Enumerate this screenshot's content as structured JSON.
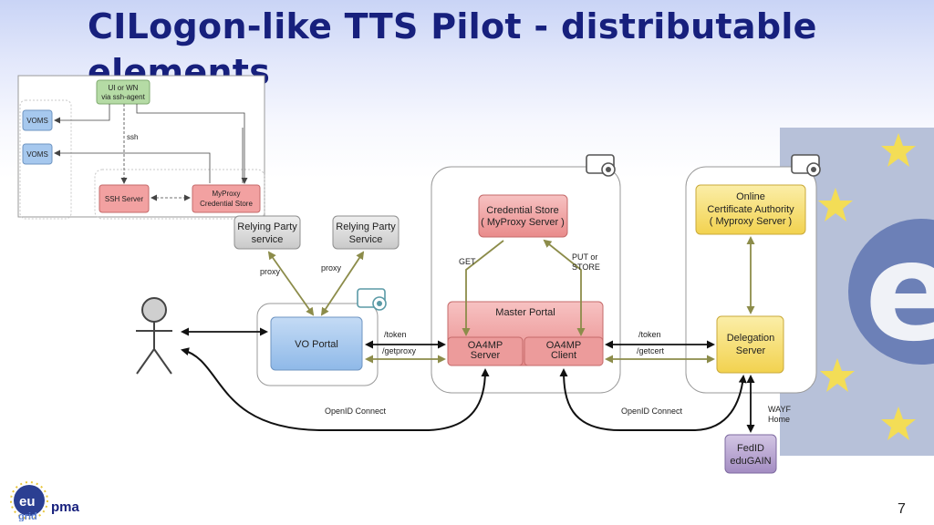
{
  "title": "CILogon-like TTS Pilot - distributable elements",
  "page_number": "7",
  "logo": {
    "text": "pma"
  },
  "inset": {
    "ui_wn": [
      "UI or WN",
      "via ssh-agent"
    ],
    "voms1": "VOMS",
    "voms2": "VOMS",
    "ssh_label": "ssh",
    "ssh_server": "SSH Server",
    "myproxy": [
      "MyProxy",
      "Credential Store"
    ]
  },
  "nodes": {
    "rp1": [
      "Relying Party",
      "service"
    ],
    "rp2": [
      "Relying Party",
      "Service"
    ],
    "vo_portal": "VO Portal",
    "credential_store": [
      "Credential Store",
      "( MyProxy Server )"
    ],
    "master_portal": "Master Portal",
    "oa4mp_server": [
      "OA4MP",
      "Server"
    ],
    "oa4mp_client": [
      "OA4MP",
      "Client"
    ],
    "online_ca": [
      "Online",
      "Certificate Authority",
      "( Myproxy Server )"
    ],
    "delegation": [
      "Delegation",
      "Server"
    ],
    "fedid": [
      "FedID",
      "eduGAIN"
    ]
  },
  "edge_labels": {
    "proxy1": "proxy",
    "proxy2": "proxy",
    "get": "GET",
    "put_store": [
      "PUT or",
      "STORE"
    ],
    "token1": "/token",
    "getproxy": "/getproxy",
    "token2": "/token",
    "getcert": "/getcert",
    "openid1": "OpenID Connect",
    "openid2": "OpenID Connect",
    "wayf": [
      "WAYF",
      "Home"
    ]
  },
  "colors": {
    "title": "#17207d",
    "green_box": "#b5dba5",
    "blue_box": "#a6c8ee",
    "red_box": "#f2a1a1",
    "yellow_box": "#f7e17a",
    "purple_box": "#b7a4cf",
    "grey_box": "#d9d9d9",
    "arrow_olive": "#8c8c4a"
  }
}
